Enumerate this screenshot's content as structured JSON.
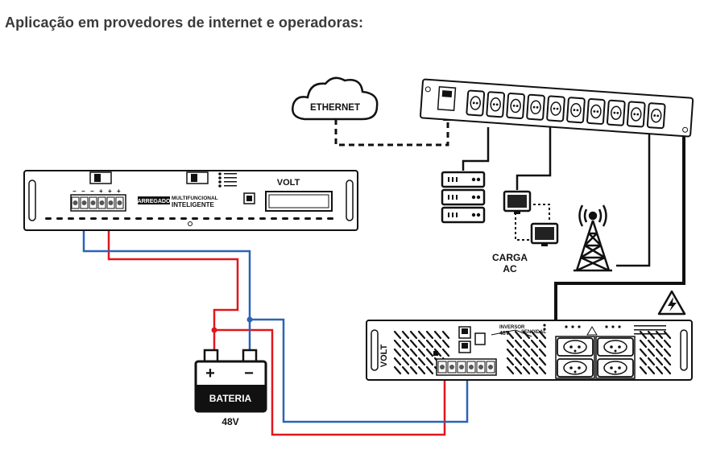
{
  "heading": "Aplicação em provedores de internet e operadoras:",
  "cloud": {
    "label": "ETHERNET"
  },
  "charger": {
    "brand": "VOLT",
    "label_box": "CARREGADOR",
    "label_line1": "MULTIFUNCIONAL",
    "label_line2": "INTELIGENTE"
  },
  "inverter": {
    "brand": "VOLT",
    "label_line1": "INVERSOR",
    "label_line2": "48V",
    "label_line3": "SENOIDAL"
  },
  "battery": {
    "label": "BATERIA",
    "voltage": "48V",
    "plus": "+",
    "minus": "−"
  },
  "load": {
    "line1": "CARGA",
    "line2": "AC"
  },
  "colors": {
    "positive": "#e0161c",
    "negative": "#2b63b8",
    "line": "#111111"
  }
}
